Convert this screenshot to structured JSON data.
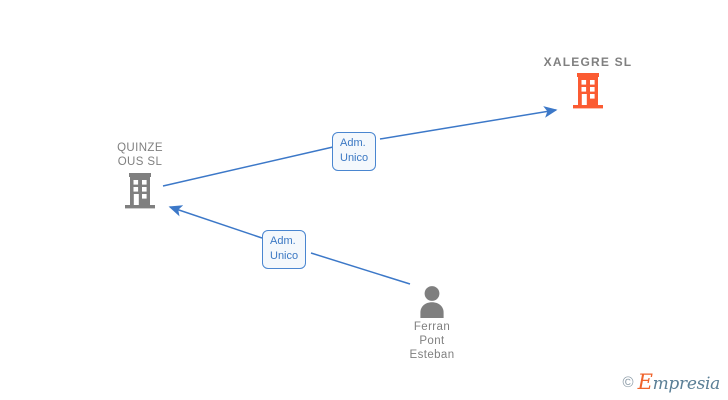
{
  "diagram": {
    "title": "Corporate relationship chart",
    "colors": {
      "company_highlight": "#FB5B32",
      "company_default": "#7F7F7F",
      "person": "#7F7F7F",
      "edge": "#3C78C8",
      "edge_label_text": "#3B78C3",
      "edge_label_border": "#4A86D0",
      "edge_label_fill": "#F4F8FC",
      "node_text": "#808080",
      "background": "#FFFFFF"
    },
    "nodes": [
      {
        "id": "xalegre",
        "type": "company",
        "icon": "building-icon",
        "label": "XALEGRE SL",
        "color": "#FB5B32",
        "emphasis": "bold"
      },
      {
        "id": "quinze",
        "type": "company",
        "icon": "building-icon",
        "label": "QUINZE\nOUS SL",
        "color": "#7F7F7F",
        "emphasis": "normal"
      },
      {
        "id": "ferran",
        "type": "person",
        "icon": "person-icon",
        "label": "Ferran\nPont\nEsteban",
        "color": "#7F7F7F",
        "emphasis": "normal"
      }
    ],
    "edges": [
      {
        "id": "quinze-to-xalegre",
        "from": "quinze",
        "to": "xalegre",
        "label": "Adm.\nUnico",
        "direction": "forward"
      },
      {
        "id": "ferran-to-quinze",
        "from": "ferran",
        "to": "quinze",
        "label": "Adm.\nUnico",
        "direction": "forward"
      }
    ]
  },
  "watermark": {
    "copyright": "©",
    "brand_first": "E",
    "brand_rest": "mpresia"
  }
}
